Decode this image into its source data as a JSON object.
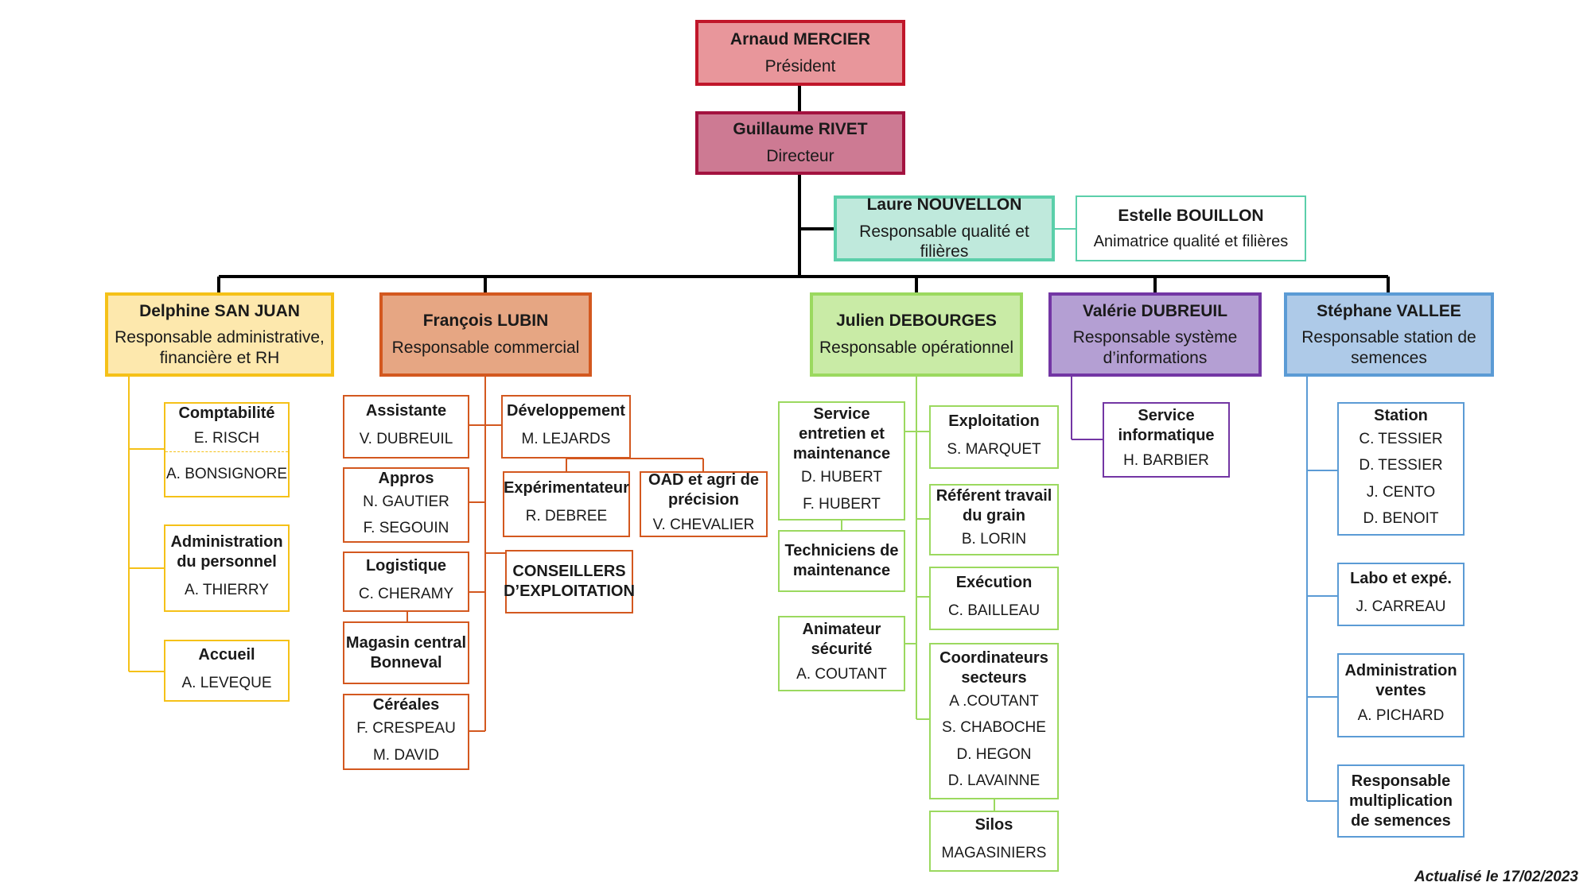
{
  "colors": {
    "president": {
      "fill": "#e8969b",
      "border": "#c0162a"
    },
    "directeur": {
      "fill": "#cd7a93",
      "border": "#a3123f"
    },
    "qualite": {
      "fill": "#bfe9dc",
      "border": "#5bcfaa"
    },
    "admin": {
      "fill": "#fde8ad",
      "border": "#f5c118"
    },
    "commercial": {
      "fill": "#e6a683",
      "border": "#d3581f"
    },
    "operationnel": {
      "fill": "#c9eba6",
      "border": "#9bd95f"
    },
    "informatique": {
      "fill": "#b49fd3",
      "border": "#7336a4"
    },
    "station": {
      "fill": "#aecae8",
      "border": "#5b9bd5"
    }
  },
  "top": {
    "president": {
      "name": "Arnaud MERCIER",
      "role": "Président"
    },
    "directeur": {
      "name": "Guillaume RIVET",
      "role": "Directeur"
    },
    "qualite": {
      "name": "Laure NOUVELLON",
      "role": "Responsable qualité et filières"
    },
    "animatrice": {
      "name": "Estelle BOUILLON",
      "role": "Animatrice qualité et filières"
    }
  },
  "managers": {
    "admin": {
      "name": "Delphine SAN JUAN",
      "role": "Responsable administrative, financière et RH"
    },
    "commercial": {
      "name": "François LUBIN",
      "role": "Responsable commercial"
    },
    "operationnel": {
      "name": "Julien DEBOURGES",
      "role": "Responsable opérationnel"
    },
    "informatique": {
      "name": "Valérie DUBREUIL",
      "role": "Responsable système d’informations"
    },
    "station": {
      "name": "Stéphane VALLEE",
      "role": "Responsable station de semences"
    }
  },
  "admin_units": {
    "comptabilite": {
      "title": "Comptabilité",
      "people": [
        "E. RISCH",
        "A. BONSIGNORE"
      ]
    },
    "personnel": {
      "title": "Administration du personnel",
      "people": [
        "A. THIERRY"
      ]
    },
    "accueil": {
      "title": "Accueil",
      "people": [
        "A. LEVEQUE"
      ]
    }
  },
  "commercial_units": {
    "assistante": {
      "title": "Assistante",
      "people": [
        "V. DUBREUIL"
      ]
    },
    "appros": {
      "title": "Appros",
      "people": [
        "N. GAUTIER",
        "F. SEGOUIN"
      ]
    },
    "logistique": {
      "title": "Logistique",
      "people": [
        "C. CHERAMY"
      ]
    },
    "magasin": {
      "title": "Magasin central Bonneval",
      "people": []
    },
    "cereales": {
      "title": "Céréales",
      "people": [
        "F. CRESPEAU",
        "M. DAVID"
      ]
    },
    "developpement": {
      "title": "Développement",
      "people": [
        "M. LEJARDS"
      ]
    },
    "experimentateur": {
      "title": "Expérimentateur",
      "people": [
        "R. DEBREE"
      ]
    },
    "oad": {
      "title": "OAD et agri de précision",
      "people": [
        "V. CHEVALIER"
      ]
    },
    "conseillers": {
      "title": "CONSEILLERS D’EXPLOITATION",
      "people": []
    }
  },
  "operationnel_units": {
    "service": {
      "title": "Service entretien et maintenance",
      "people": [
        "D. HUBERT",
        "F. HUBERT"
      ]
    },
    "techniciens": {
      "title": "Techniciens de maintenance",
      "people": []
    },
    "animateur": {
      "title": "Animateur sécurité",
      "people": [
        "A. COUTANT"
      ]
    },
    "exploitation": {
      "title": "Exploitation",
      "people": [
        "S. MARQUET"
      ]
    },
    "referent": {
      "title": "Référent travail du grain",
      "people": [
        "B. LORIN"
      ]
    },
    "execution": {
      "title": "Exécution",
      "people": [
        "C. BAILLEAU"
      ]
    },
    "coordinateurs": {
      "title": "Coordinateurs secteurs",
      "people": [
        "A .COUTANT",
        "S. CHABOCHE",
        "D. HEGON",
        "D. LAVAINNE"
      ]
    },
    "silos": {
      "title": "Silos",
      "people": [
        "MAGASINIERS"
      ]
    }
  },
  "informatique_units": {
    "service": {
      "title": "Service informatique",
      "people": [
        "H. BARBIER"
      ]
    }
  },
  "station_units": {
    "station": {
      "title": "Station",
      "people": [
        "C. TESSIER",
        "D. TESSIER",
        "J. CENTO",
        "D. BENOIT"
      ]
    },
    "labo": {
      "title": "Labo et expé.",
      "people": [
        "J. CARREAU"
      ]
    },
    "ventes": {
      "title": "Administration ventes",
      "people": [
        "A. PICHARD"
      ]
    },
    "multiplication": {
      "title": "Responsable multiplication de semences",
      "people": []
    }
  },
  "footer": "Actualisé le 17/02/2023"
}
